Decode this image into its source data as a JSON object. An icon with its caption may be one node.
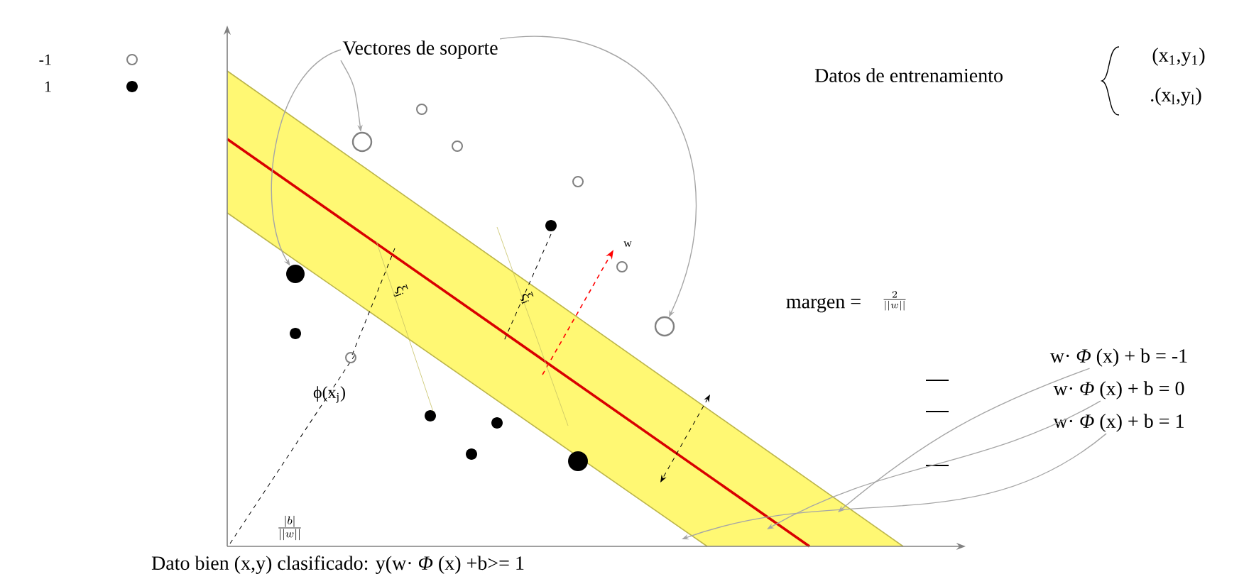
{
  "diagram": {
    "nodes": [
      {
        "text": [
          "Vectores de soporte"
        ]
      },
      {
        "text": [],
        "shape": "circle"
      },
      {
        "text": [],
        "shape": "circle"
      },
      {
        "text": [],
        "shape": "circle"
      },
      {
        "text": [
          "w· *Φ* (x) + b = -1"
        ]
      },
      {
        "text": [
          "w· *Φ* (x) + b = 0"
        ]
      },
      {
        "text": [
          "w· *Φ* (x) + b = 1"
        ]
      }
    ],
    "edges": [
      {
        "from": 0,
        "to": 1,
        "arrow": "to"
      },
      {
        "from": 0,
        "to": 2,
        "arrow": "to"
      },
      {
        "from": 0,
        "to": 3,
        "arrow": "to"
      },
      {
        "from": 4,
        "to": null,
        "arrow": "to"
      },
      {
        "from": 5,
        "to": null,
        "arrow": "to"
      },
      {
        "from": 6,
        "to": null,
        "arrow": "to"
      }
    ],
    "labels": [
      "Datos de entrenamiento",
      "(x$_{1}$,y$_{1}$)",
      ".(x$_{l}$,y$_{l}$)",
      "w",
      "margen =",
      "\\frac{2}{||w||}",
      "ξ$_{j}$",
      "ξ$_{i}$",
      "ϕ(x$_{j}$)",
      "\\frac{|b|}{||w||}",
      "Dato bien (x,y) clasificado: y(w· *Φ* (x) +b>= 1"
    ],
    "legend": [
      {
        "text": "-1"
      },
      {
        "text": "1"
      }
    ]
  }
}
